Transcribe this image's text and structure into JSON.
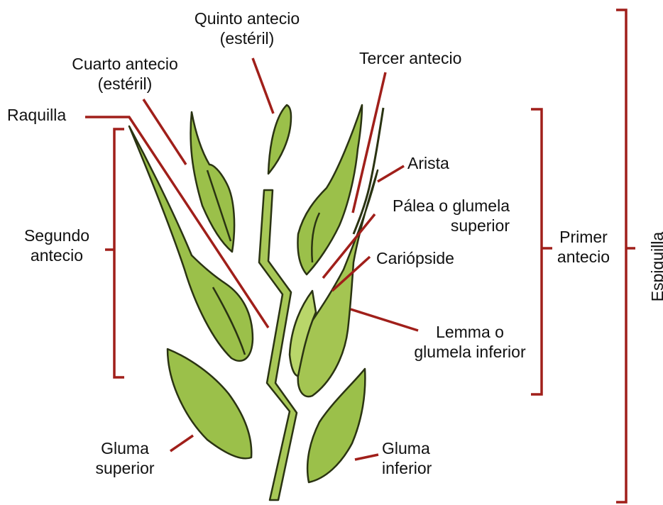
{
  "labels": {
    "quinto": [
      "Quinto antecio",
      "(estéril)"
    ],
    "cuarto": [
      "Cuarto antecio",
      "(estéril)"
    ],
    "tercer": "Tercer antecio",
    "raquilla": "Raquilla",
    "arista": "Arista",
    "palea": [
      "Pálea o glumela",
      "superior"
    ],
    "segundo": [
      "Segundo",
      "antecio"
    ],
    "primer": [
      "Primer",
      "antecio"
    ],
    "espiguilla": "Espiguilla",
    "cariopside": "Cariópside",
    "lemma": [
      "Lemma o",
      "glumela inferior"
    ],
    "gluma_superior": [
      "Gluma",
      "superior"
    ],
    "gluma_inferior": [
      "Gluma",
      "inferior"
    ]
  },
  "colors": {
    "leaf_fill": "#9bc04a",
    "leaf_light": "#b9d66a",
    "leaf_outline": "#2a3312",
    "leader_line": "#a01f1a",
    "text": "#111111"
  }
}
